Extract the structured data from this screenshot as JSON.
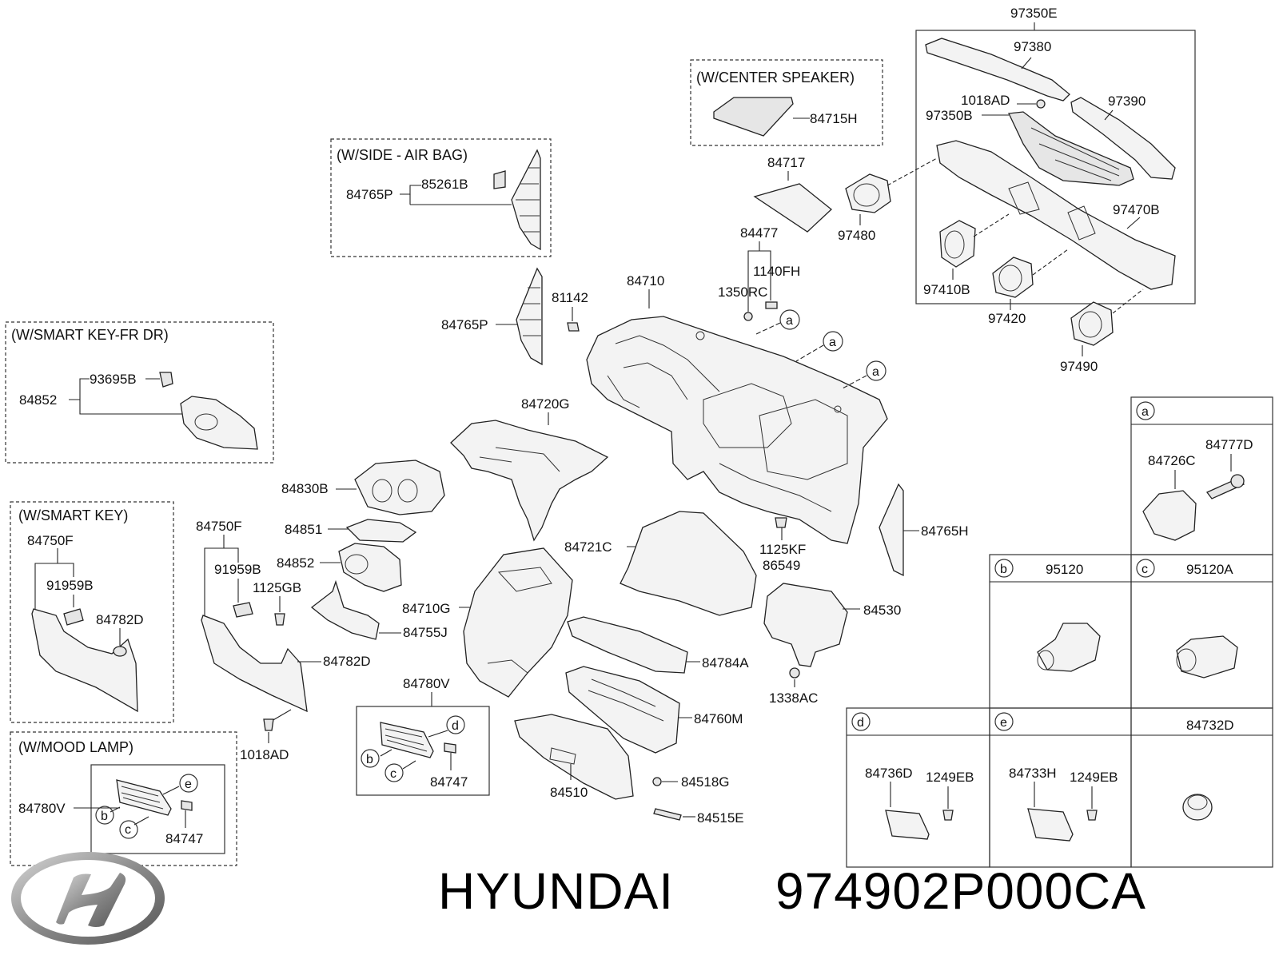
{
  "boxes": {
    "center_speaker": "(W/CENTER SPEAKER)",
    "side_airbag": "(W/SIDE - AIR BAG)",
    "smart_key_fr_dr": "(W/SMART KEY-FR DR)",
    "smart_key": "(W/SMART KEY)",
    "mood_lamp": "(W/MOOD LAMP)"
  },
  "labels": {
    "p97350E": "97350E",
    "p97380": "97380",
    "p1018AD_top": "1018AD",
    "p97390": "97390",
    "p97350B": "97350B",
    "p84715H": "84715H",
    "p84717": "84717",
    "p97480": "97480",
    "p97470B": "97470B",
    "p97410B": "97410B",
    "p97420": "97420",
    "p97490": "97490",
    "p84765P_top": "84765P",
    "p85261B": "85261B",
    "p84477": "84477",
    "p1140FH": "1140FH",
    "p1350RC": "1350RC",
    "p84710": "84710",
    "p81142": "81142",
    "p84765P_mid": "84765P",
    "p93695B": "93695B",
    "p84852_left": "84852",
    "p84720G": "84720G",
    "p84830B": "84830B",
    "p84851": "84851",
    "p84852_mid": "84852",
    "p1125GB": "1125GB",
    "p84750F_left": "84750F",
    "p91959B_left": "91959B",
    "p84782D_left": "84782D",
    "p84750F_mid": "84750F",
    "p91959B_mid": "91959B",
    "p84782D_mid": "84782D",
    "p84755J": "84755J",
    "p84710G": "84710G",
    "p84721C": "84721C",
    "p1125KF": "1125KF",
    "p86549": "86549",
    "p84765H": "84765H",
    "p84530": "84530",
    "p1338AC": "1338AC",
    "p84784A": "84784A",
    "p84760M": "84760M",
    "p84780V_mid": "84780V",
    "p84747_mid": "84747",
    "p1018AD_bottom": "1018AD",
    "p84510": "84510",
    "p84518G": "84518G",
    "p84515E": "84515E",
    "p84780V_left": "84780V",
    "p84747_left": "84747"
  },
  "callouts": {
    "a": "a",
    "b": "b",
    "c": "c",
    "d": "d",
    "e": "e"
  },
  "table": {
    "a_header": "a",
    "a_p84726C": "84726C",
    "a_p84777D": "84777D",
    "b_header": "b",
    "b_part": "95120",
    "c_header": "c",
    "c_part": "95120A",
    "d_header": "d",
    "d_p84736D": "84736D",
    "d_p1249EB": "1249EB",
    "e_header": "e",
    "e_p84733H": "84733H",
    "e_p1249EB": "1249EB",
    "f_part": "84732D"
  },
  "footer": {
    "brand": "HYUNDAI",
    "part_number": "974902P000CA"
  }
}
